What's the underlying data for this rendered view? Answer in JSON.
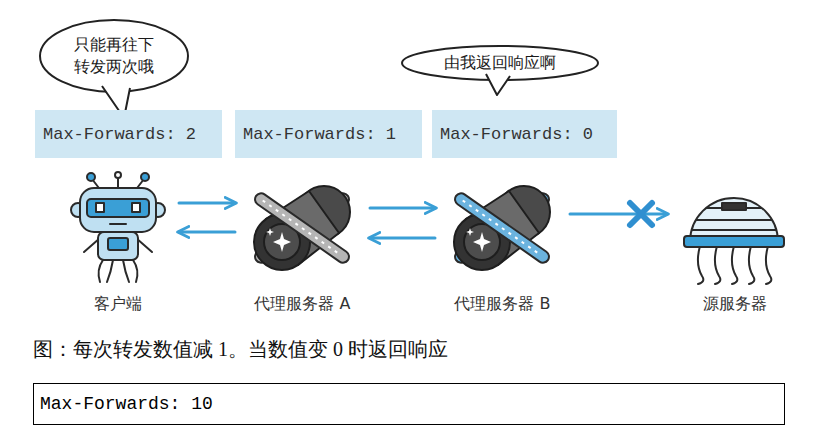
{
  "diagram": {
    "caption": "图：每次转发数值减 1。当数值变 0 时返回响应",
    "nodes": [
      {
        "text": [
          "只能再往下 转发两次哦"
        ]
      },
      {
        "text": [
          "由我返回响应啊"
        ]
      },
      {
        "text": [
          "Max-Forwards: 2"
        ]
      },
      {
        "text": [
          "Max-Forwards: 1"
        ]
      },
      {
        "text": [
          "Max-Forwards: 0"
        ]
      },
      {
        "text": [
          "客户端"
        ]
      },
      {
        "text": [
          "代理服务器 A"
        ]
      },
      {
        "text": [
          "代理服务器 B"
        ]
      },
      {
        "text": [
          "源服务器"
        ]
      },
      {
        "text": [
          "Max-Forwards: 10"
        ]
      }
    ],
    "edges": [
      {
        "from": 5,
        "to": 6,
        "arrow": "to"
      },
      {
        "from": 6,
        "to": 5,
        "arrow": "to"
      },
      {
        "from": 6,
        "to": 7,
        "arrow": "to"
      },
      {
        "from": 7,
        "to": 6,
        "arrow": "to"
      },
      {
        "from": 7,
        "to": 8,
        "arrow": "to"
      }
    ]
  }
}
